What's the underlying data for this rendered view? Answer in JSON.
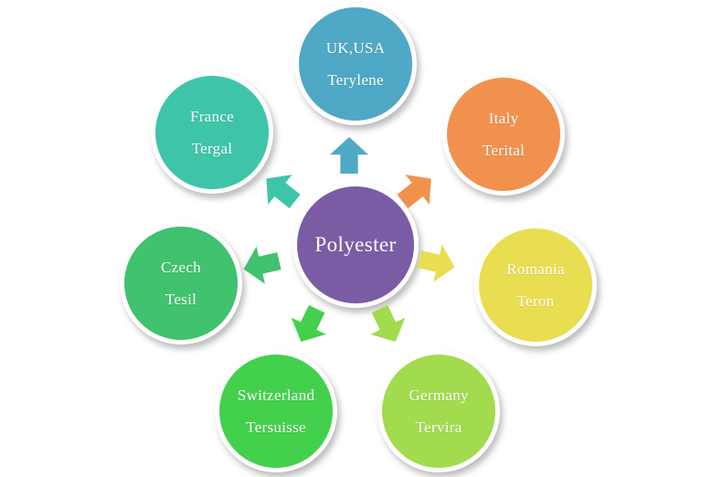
{
  "background": "#ffffff",
  "center": {
    "label": "Polyester",
    "color": "#7a5ca5"
  },
  "nodes": [
    {
      "id": "uk-usa",
      "line1": "UK,USA",
      "line2": "Terylene",
      "color": "#4fa8c5"
    },
    {
      "id": "italy",
      "line1": "Italy",
      "line2": "Terital",
      "color": "#f2914e"
    },
    {
      "id": "romania",
      "line1": "Romania",
      "line2": "Teron",
      "color": "#e9dd51"
    },
    {
      "id": "germany",
      "line1": "Germany",
      "line2": "Tervira",
      "color": "#a2db4e"
    },
    {
      "id": "switzerland",
      "line1": "Switzerland",
      "line2": "Tersuisse",
      "color": "#43d14d"
    },
    {
      "id": "czech",
      "line1": "Czech",
      "line2": "Tesil",
      "color": "#41c26e"
    },
    {
      "id": "france",
      "line1": "France",
      "line2": "Tergal",
      "color": "#3ec5a9"
    }
  ]
}
